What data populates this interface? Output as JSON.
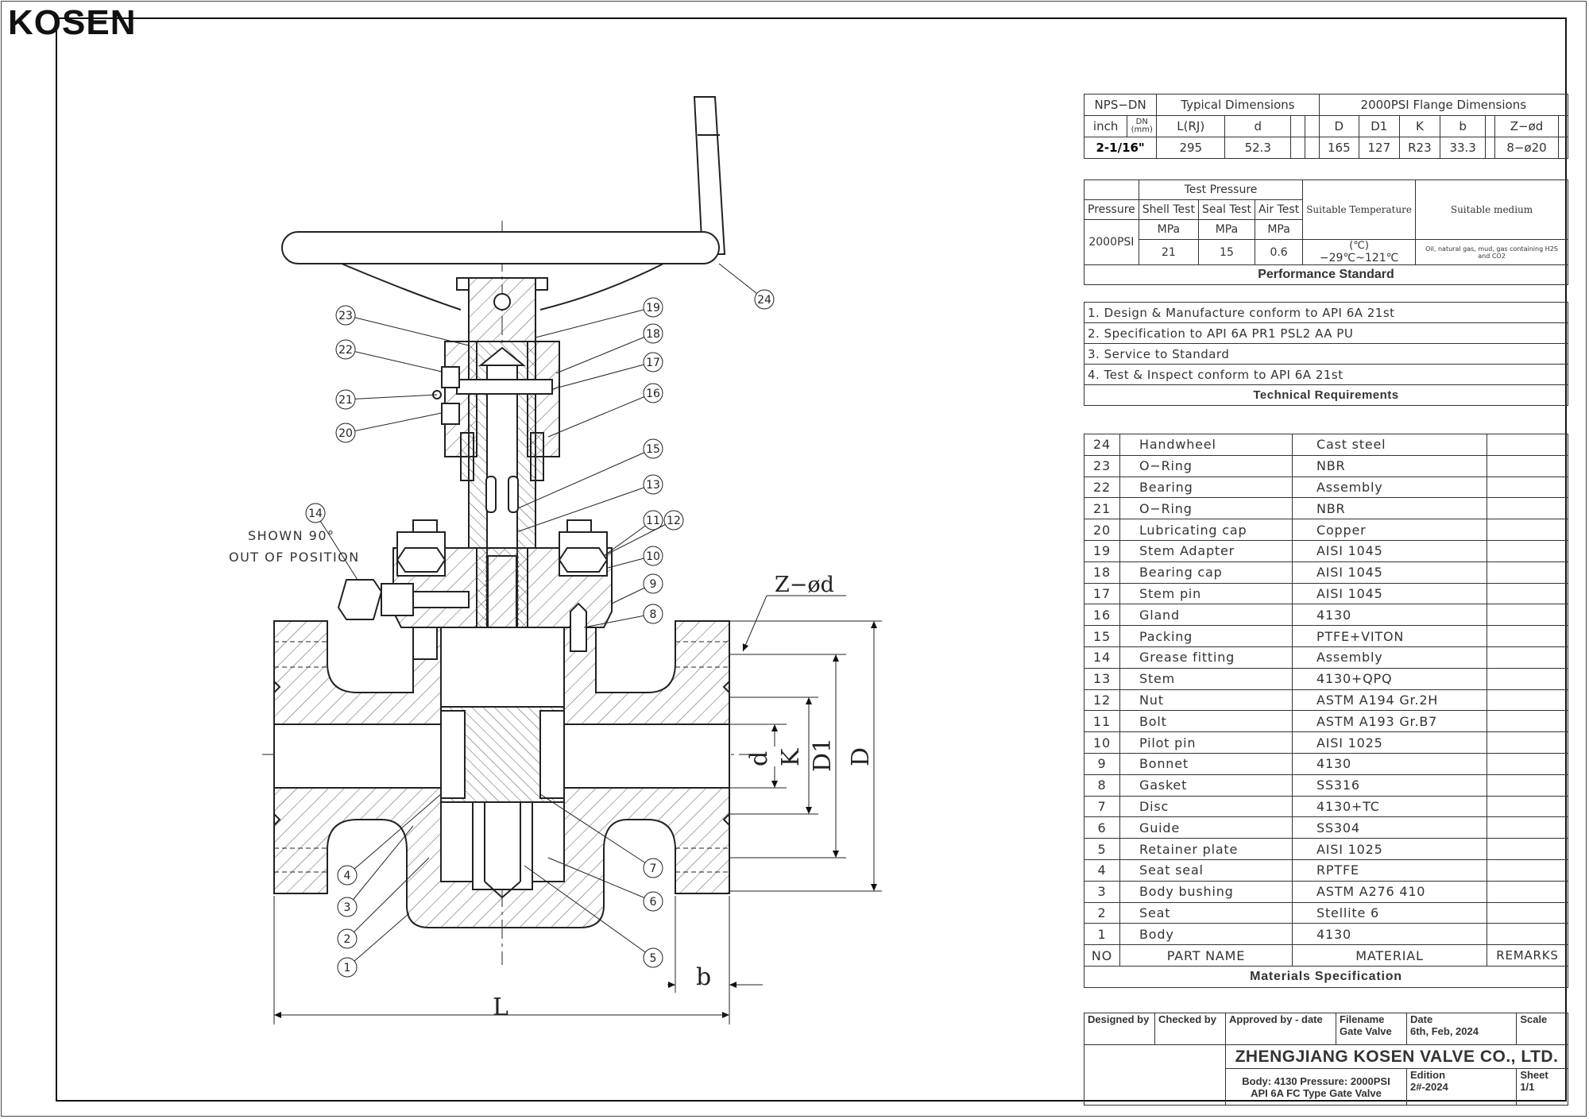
{
  "logo": "KOSEN",
  "note": [
    "SHOWN 90°",
    "OUT OF POSITION"
  ],
  "dims": {
    "L": "L",
    "b": "b",
    "d": "d",
    "K": "K",
    "D1": "D1",
    "D": "D",
    "Z": "Z−ød"
  },
  "dimensions": {
    "h1": [
      "NPS−DN",
      "Typical Dimensions",
      "2000PSI Flange Dimensions"
    ],
    "h2": [
      "inch",
      "DN (mm)",
      "L(RJ)",
      "d",
      "D",
      "D1",
      "K",
      "b",
      "Z−ød"
    ],
    "row": [
      "2-1/16\"",
      "295",
      "52.3",
      "165",
      "127",
      "R23",
      "33.3",
      "8−ø20"
    ]
  },
  "performance": {
    "test_pressure": "Test Pressure",
    "pressure": "Pressure",
    "shell": "Shell Test",
    "seal": "Seal Test",
    "air": "Air Test",
    "suitable_temp": "Suitable   Temperature",
    "temp_unit": "(℃)",
    "suitable_medium": "Suitable   medium",
    "unit": "MPa",
    "psi": "2000PSI",
    "shell_v": "21",
    "seal_v": "15",
    "air_v": "0.6",
    "temp_v": "−29℃~121℃",
    "medium_v": "Oil, natural gas, mud, gas containing H2S and CO2",
    "caption": "Performance Standard"
  },
  "technical": {
    "items": [
      "1. Design & Manufacture conform to API 6A 21st",
      "2. Specification to API 6A PR1 PSL2 AA PU",
      "3. Service to Standard",
      "4. Test & Inspect conform to API 6A 21st"
    ],
    "caption": "Technical  Requirements"
  },
  "materials": {
    "rows": [
      {
        "no": "24",
        "name": "Handwheel",
        "mat": "Cast steel"
      },
      {
        "no": "23",
        "name": "O−Ring",
        "mat": "NBR"
      },
      {
        "no": "22",
        "name": "Bearing",
        "mat": "Assembly"
      },
      {
        "no": "21",
        "name": "O−Ring",
        "mat": "NBR"
      },
      {
        "no": "20",
        "name": "Lubricating cap",
        "mat": "Copper"
      },
      {
        "no": "19",
        "name": "Stem Adapter",
        "mat": "AISI 1045"
      },
      {
        "no": "18",
        "name": "Bearing cap",
        "mat": "AISI 1045"
      },
      {
        "no": "17",
        "name": "Stem pin",
        "mat": "AISI 1045"
      },
      {
        "no": "16",
        "name": "Gland",
        "mat": "4130"
      },
      {
        "no": "15",
        "name": "Packing",
        "mat": "PTFE+VITON"
      },
      {
        "no": "14",
        "name": "Grease fitting",
        "mat": "Assembly"
      },
      {
        "no": "13",
        "name": "Stem",
        "mat": "4130+QPQ"
      },
      {
        "no": "12",
        "name": "Nut",
        "mat": "ASTM A194 Gr.2H"
      },
      {
        "no": "11",
        "name": "Bolt",
        "mat": "ASTM A193 Gr.B7"
      },
      {
        "no": "10",
        "name": "Pilot pin",
        "mat": "AISI 1025"
      },
      {
        "no": "9",
        "name": "Bonnet",
        "mat": "4130"
      },
      {
        "no": "8",
        "name": "Gasket",
        "mat": "SS316"
      },
      {
        "no": "7",
        "name": "Disc",
        "mat": "4130+TC"
      },
      {
        "no": "6",
        "name": "Guide",
        "mat": "SS304"
      },
      {
        "no": "5",
        "name": "Retainer plate",
        "mat": "AISI 1025"
      },
      {
        "no": "4",
        "name": "Seat seal",
        "mat": "RPTFE"
      },
      {
        "no": "3",
        "name": "Body bushing",
        "mat": "ASTM A276 410"
      },
      {
        "no": "2",
        "name": "Seat",
        "mat": "Stellite 6"
      },
      {
        "no": "1",
        "name": "Body",
        "mat": "4130"
      }
    ],
    "header": {
      "no": "NO",
      "name": "PART  NAME",
      "mat": "MATERIAL",
      "remarks": "REMARKS"
    },
    "caption": "Materials Specification"
  },
  "titleblock": {
    "designed": "Designed by",
    "checked": "Checked by",
    "approved": "Approved by - date",
    "filename_l": "Filename",
    "filename_v": "Gate Valve",
    "date_l": "Date",
    "date_v": "6th, Feb, 2024",
    "scale": "Scale",
    "company": "ZHENGJIANG KOSEN VALVE CO., LTD.",
    "body": "Body: 4130   Pressure: 2000PSI",
    "type": "API 6A FC Type Gate Valve",
    "edition_l": "Edition",
    "edition_v": "2#-2024",
    "sheet_l": "Sheet",
    "sheet_v": "1/1"
  },
  "balloons": [
    "1",
    "2",
    "3",
    "4",
    "5",
    "6",
    "7",
    "8",
    "9",
    "10",
    "11",
    "12",
    "13",
    "14",
    "15",
    "16",
    "17",
    "18",
    "19",
    "20",
    "21",
    "22",
    "23",
    "24"
  ]
}
